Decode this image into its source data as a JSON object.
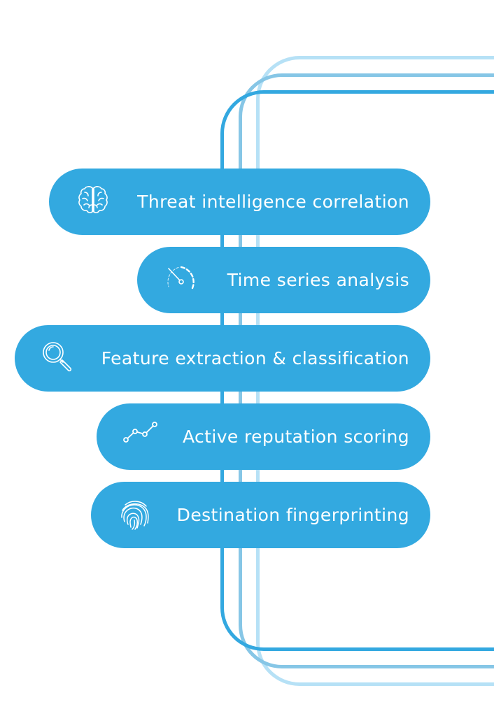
{
  "colors": {
    "pill": "#33a9e0",
    "frame_dark": "#33a8e0",
    "frame_mid": "#86c6e6",
    "frame_light": "#b6e1f6",
    "text": "#ffffff"
  },
  "items": [
    {
      "label": "Threat intelligence correlation",
      "icon": "brain-icon"
    },
    {
      "label": "Time series analysis",
      "icon": "gauge-icon"
    },
    {
      "label": "Feature extraction & classification",
      "icon": "magnifier-icon"
    },
    {
      "label": "Active reputation scoring",
      "icon": "line-graph-icon"
    },
    {
      "label": "Destination fingerprinting",
      "icon": "fingerprint-icon"
    }
  ]
}
